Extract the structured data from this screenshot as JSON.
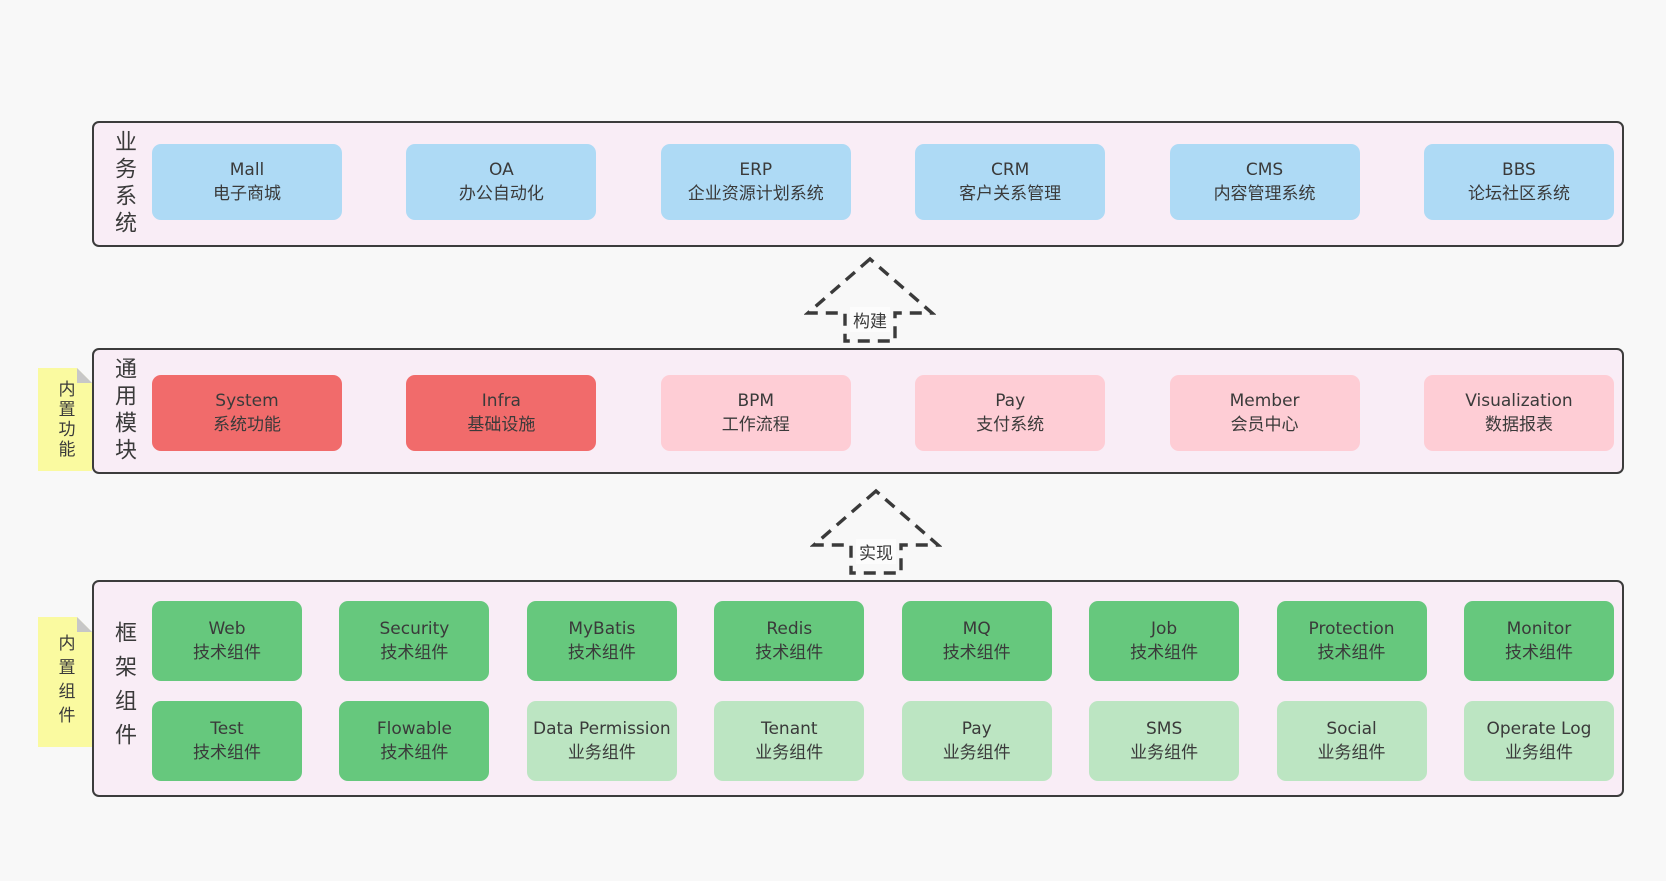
{
  "colors": {
    "bg": "#f8f8f8",
    "panel": "#f9edf6",
    "border": "#3c3c3c",
    "text": "#3a3a3a",
    "blue": "#aedaf5",
    "red": "#f16b6b",
    "pink": "#fecdd5",
    "green": "#66c87d",
    "lightgreen": "#bce5c2",
    "yellow": "#fafaa0",
    "fold": "#c7c7c7"
  },
  "business": {
    "label": "业务系统",
    "boxes": [
      {
        "en": "Mall",
        "zh": "电子商城"
      },
      {
        "en": "OA",
        "zh": "办公自动化"
      },
      {
        "en": "ERP",
        "zh": "企业资源计划系统"
      },
      {
        "en": "CRM",
        "zh": "客户关系管理"
      },
      {
        "en": "CMS",
        "zh": "内容管理系统"
      },
      {
        "en": "BBS",
        "zh": "论坛社区系统"
      }
    ]
  },
  "arrows": {
    "build": "构建",
    "implement": "实现"
  },
  "modules": {
    "label": "通用模块",
    "note": "内置功能",
    "boxes": [
      {
        "en": "System",
        "zh": "系统功能"
      },
      {
        "en": "Infra",
        "zh": "基础设施"
      },
      {
        "en": "BPM",
        "zh": "工作流程"
      },
      {
        "en": "Pay",
        "zh": "支付系统"
      },
      {
        "en": "Member",
        "zh": "会员中心"
      },
      {
        "en": "Visualization",
        "zh": "数据报表"
      }
    ]
  },
  "components": {
    "label": "框架组件",
    "note": "内置组件",
    "row1": [
      {
        "en": "Web",
        "zh": "技术组件"
      },
      {
        "en": "Security",
        "zh": "技术组件"
      },
      {
        "en": "MyBatis",
        "zh": "技术组件"
      },
      {
        "en": "Redis",
        "zh": "技术组件"
      },
      {
        "en": "MQ",
        "zh": "技术组件"
      },
      {
        "en": "Job",
        "zh": "技术组件"
      },
      {
        "en": "Protection",
        "zh": "技术组件"
      },
      {
        "en": "Monitor",
        "zh": "技术组件"
      }
    ],
    "row2": [
      {
        "en": "Test",
        "zh": "技术组件"
      },
      {
        "en": "Flowable",
        "zh": "技术组件"
      },
      {
        "en": "Data Permission",
        "zh": "业务组件"
      },
      {
        "en": "Tenant",
        "zh": "业务组件"
      },
      {
        "en": "Pay",
        "zh": "业务组件"
      },
      {
        "en": "SMS",
        "zh": "业务组件"
      },
      {
        "en": "Social",
        "zh": "业务组件"
      },
      {
        "en": "Operate Log",
        "zh": "业务组件"
      }
    ]
  }
}
